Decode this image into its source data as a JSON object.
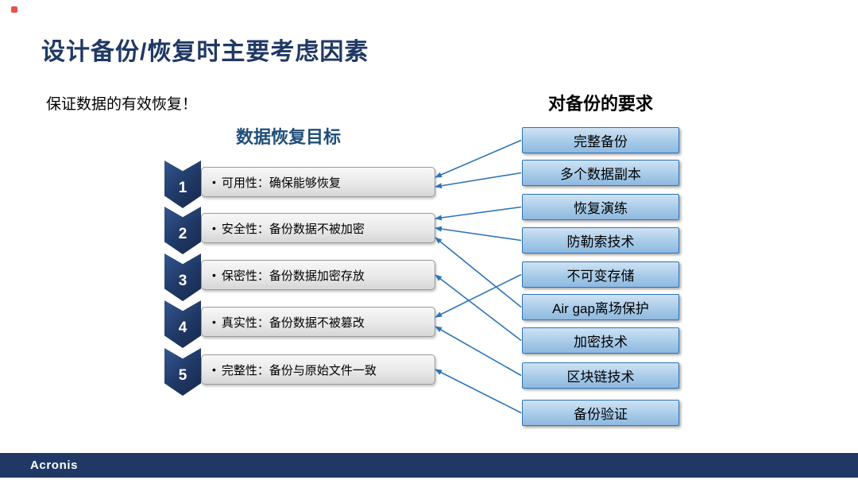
{
  "page": {
    "title": "设计备份/恢复时主要考虑因素",
    "subtitle": "保证数据的有效恢复！",
    "left_heading": "数据恢复目标",
    "right_heading": "对备份的要求",
    "bullet": "•",
    "footer_brand": "Acronis"
  },
  "colors": {
    "title_text": "#203864",
    "chevron_fill": "#1F3864",
    "goal_box_fill": "#e9e9e9",
    "goal_box_border": "#9a9a9a",
    "req_box_fill": "#a7cbe8",
    "req_box_border": "#2E74B5",
    "arrow": "#2E75B6",
    "footer_bg": "#1F3864"
  },
  "goals": [
    {
      "num": "1",
      "text": "可用性：确保能够恢复"
    },
    {
      "num": "2",
      "text": "安全性：备份数据不被加密"
    },
    {
      "num": "3",
      "text": "保密性：备份数据加密存放"
    },
    {
      "num": "4",
      "text": "真实性：备份数据不被篡改"
    },
    {
      "num": "5",
      "text": "完整性：备份与原始文件一致"
    }
  ],
  "requirements": [
    {
      "label": "完整备份"
    },
    {
      "label": "多个数据副本"
    },
    {
      "label": "恢复演练"
    },
    {
      "label": "防勒索技术"
    },
    {
      "label": "不可变存储"
    },
    {
      "label": "Air gap离场保护"
    },
    {
      "label": "加密技术"
    },
    {
      "label": "区块链技术"
    },
    {
      "label": "备份验证"
    }
  ],
  "connections": [
    {
      "req": 0,
      "goal": 0
    },
    {
      "req": 1,
      "goal": 0
    },
    {
      "req": 2,
      "goal": 1
    },
    {
      "req": 3,
      "goal": 1
    },
    {
      "req": 4,
      "goal": 3
    },
    {
      "req": 5,
      "goal": 1
    },
    {
      "req": 6,
      "goal": 2
    },
    {
      "req": 7,
      "goal": 3
    },
    {
      "req": 8,
      "goal": 4
    }
  ]
}
